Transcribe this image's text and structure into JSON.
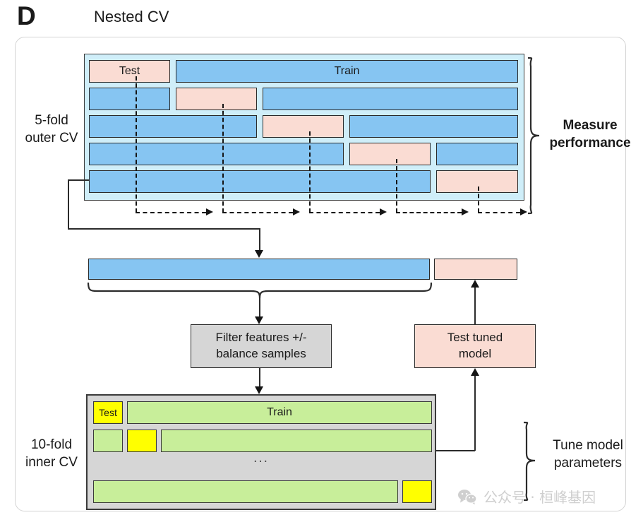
{
  "panel": {
    "letter": "D",
    "title": "Nested CV"
  },
  "labels": {
    "outer_cv": "5-fold\nouter CV",
    "inner_cv": "10-fold\ninner CV",
    "measure_performance": "Measure\nperformance",
    "tune_model_parameters": "Tune model\nparameters"
  },
  "colors": {
    "blue": "#86c5f2",
    "pink": "#fadcd3",
    "green": "#c8ee9a",
    "yellow": "#ffff00",
    "outer_container": "#cfeef9",
    "inner_container": "#d6d6d6",
    "process_box": "#d6d6d6",
    "stroke": "#2b2b2b"
  },
  "outer_cv": {
    "label": "5-fold outer CV",
    "n_folds": 5,
    "test_label": "Test",
    "train_label": "Train",
    "rows": [
      {
        "fold": 1,
        "segments": [
          {
            "type": "test",
            "text": "Test"
          },
          {
            "type": "train",
            "text": "Train"
          }
        ]
      },
      {
        "fold": 2,
        "segments": [
          {
            "type": "train",
            "text": ""
          },
          {
            "type": "test",
            "text": ""
          },
          {
            "type": "train",
            "text": ""
          }
        ]
      },
      {
        "fold": 3,
        "segments": [
          {
            "type": "train",
            "text": ""
          },
          {
            "type": "test",
            "text": ""
          },
          {
            "type": "train",
            "text": ""
          }
        ]
      },
      {
        "fold": 4,
        "segments": [
          {
            "type": "train",
            "text": ""
          },
          {
            "type": "test",
            "text": ""
          },
          {
            "type": "train",
            "text": ""
          }
        ]
      },
      {
        "fold": 5,
        "segments": [
          {
            "type": "train",
            "text": ""
          },
          {
            "type": "test",
            "text": ""
          }
        ]
      }
    ]
  },
  "middle": {
    "train_bar_type": "train",
    "test_bar_type": "test"
  },
  "process": {
    "filter": "Filter features +/-\nbalance samples",
    "test_tuned": "Test tuned\nmodel"
  },
  "inner_cv": {
    "label": "10-fold inner CV",
    "n_folds": 10,
    "test_label": "Test",
    "train_label": "Train",
    "ellipsis": "...",
    "rows": [
      {
        "fold": 1,
        "segments": [
          {
            "type": "test",
            "text": "Test"
          },
          {
            "type": "train",
            "text": "Train"
          }
        ]
      },
      {
        "fold": 2,
        "segments": [
          {
            "type": "train",
            "text": ""
          },
          {
            "type": "test",
            "text": ""
          },
          {
            "type": "train",
            "text": ""
          }
        ]
      },
      {
        "fold": 10,
        "segments": [
          {
            "type": "train",
            "text": ""
          },
          {
            "type": "test",
            "text": ""
          }
        ]
      }
    ]
  },
  "watermark": {
    "text": "公众号 · 桓峰基因",
    "icon": "wechat-icon"
  }
}
